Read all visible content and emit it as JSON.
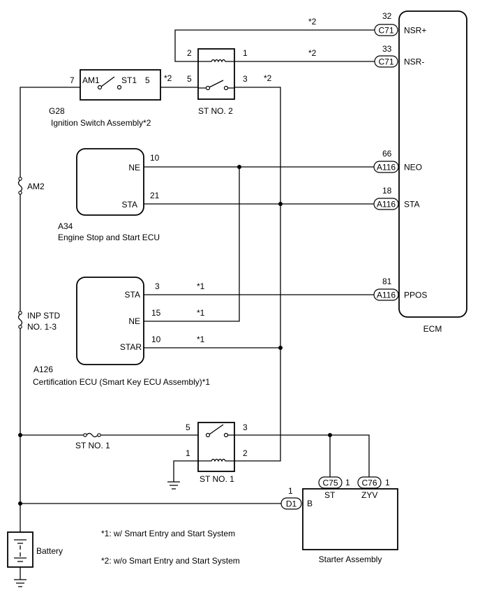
{
  "ecm": {
    "label": "ECM",
    "pins": [
      {
        "num": "32",
        "conn": "C71",
        "name": "NSR+"
      },
      {
        "num": "33",
        "conn": "C71",
        "name": "NSR-"
      },
      {
        "num": "66",
        "conn": "A116",
        "name": "NEO"
      },
      {
        "num": "18",
        "conn": "A116",
        "name": "STA"
      },
      {
        "num": "81",
        "conn": "A116",
        "name": "PPOS"
      }
    ]
  },
  "ignition": {
    "code": "G28",
    "name": "Ignition Switch Assembly*2",
    "am1": "AM1",
    "st1": "ST1",
    "pin_in": "7",
    "pin_out": "5"
  },
  "st_no2": {
    "label": "ST NO. 2",
    "p2": "2",
    "p1": "1",
    "p5": "5",
    "p3": "3"
  },
  "notes_wire": {
    "n1": "*1",
    "n2": "*2"
  },
  "a34": {
    "code": "A34",
    "name": "Engine Stop and Start ECU",
    "ne": "NE",
    "sta": "STA",
    "ne_pin": "10",
    "sta_pin": "21"
  },
  "a126": {
    "code": "A126",
    "name": "Certification ECU (Smart Key ECU Assembly)*1",
    "sta": "STA",
    "ne": "NE",
    "star": "STAR",
    "sta_pin": "3",
    "ne_pin": "15",
    "star_pin": "10"
  },
  "fuses": {
    "am2": "AM2",
    "inp_line1": "INP STD",
    "inp_line2": "NO. 1-3",
    "st1": "ST NO. 1"
  },
  "st_no1": {
    "label": "ST NO. 1",
    "p5": "5",
    "p3": "3",
    "p1": "1",
    "p2": "2"
  },
  "starter": {
    "label": "Starter Assembly",
    "c75": "C75",
    "c76": "C76",
    "d1": "D1",
    "st": "ST",
    "zyv": "ZYV",
    "b": "B",
    "c75_pin": "1",
    "c76_pin": "1",
    "d1_pin": "1"
  },
  "battery": {
    "label": "Battery"
  },
  "notes": {
    "note1": "*1: w/ Smart Entry and Start System",
    "note2": "*2: w/o Smart Entry and Start System"
  }
}
